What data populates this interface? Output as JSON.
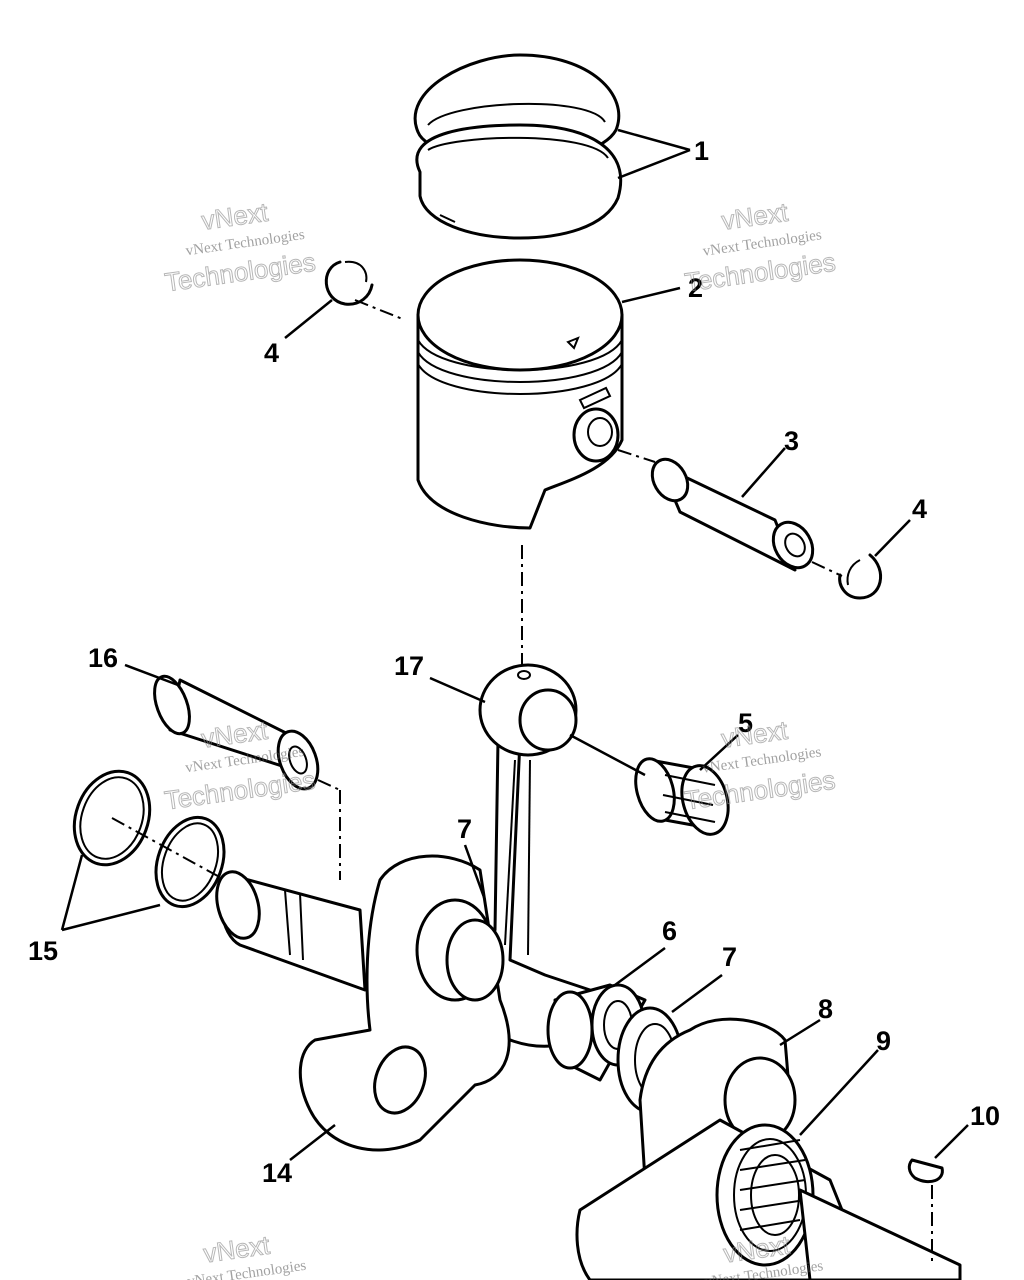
{
  "callouts": {
    "c1": "1",
    "c2": "2",
    "c3": "3",
    "c4a": "4",
    "c4b": "4",
    "c5": "5",
    "c6": "6",
    "c7a": "7",
    "c7b": "7",
    "c8": "8",
    "c9": "9",
    "c10": "10",
    "c14": "14",
    "c15": "15",
    "c16": "16",
    "c17": "17"
  },
  "watermark": {
    "line1": "vNext",
    "line2": "vNext Technologies",
    "line3": "Technologies"
  }
}
